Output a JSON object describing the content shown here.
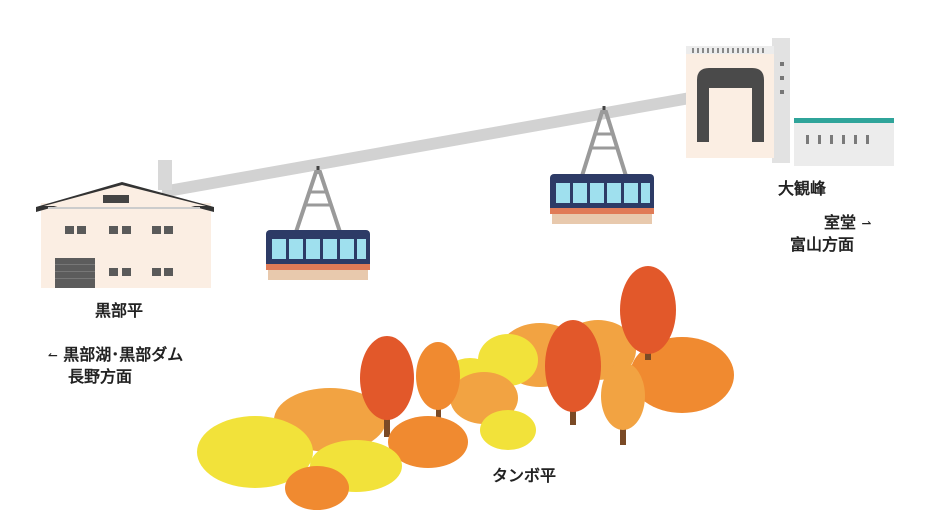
{
  "stations": {
    "kurobedaira": {
      "name": "黒部平",
      "direction_line1": "黒部湖･黒部ダム",
      "direction_line2": "長野方面",
      "arrow": "↼"
    },
    "daikanbo": {
      "name": "大観峰",
      "direction_line1": "室堂",
      "direction_line2": "富山方面",
      "arrow": "⇀"
    },
    "tanbodaira": {
      "name": "タンボ平"
    }
  },
  "colors": {
    "cable": "#d2d2d2",
    "tower": "#9a9a9a",
    "cabin_roof": "#2d3b66",
    "cabin_window": "#9fe0ee",
    "cabin_stripe": "#e07b57",
    "cabin_base": "#e8c9ad",
    "building_wall": "#fbeee3",
    "building_roof": "#333333",
    "station_gray": "#e9e9e9",
    "station_dark": "#4a4a4a",
    "teal": "#2fa49a",
    "tree_red": "#e2582a",
    "tree_orange": "#f08a30",
    "tree_light_orange": "#f2a342",
    "bush_yellow": "#f2e23a",
    "trunk": "#7a4a26"
  }
}
